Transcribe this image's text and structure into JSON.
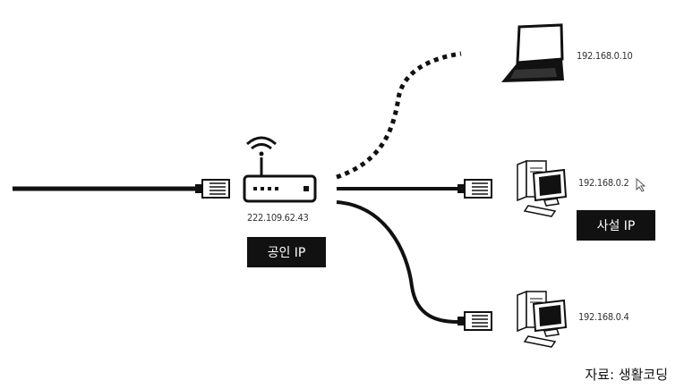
{
  "router": {
    "ip": "222.109.62.43",
    "tag": "공인 IP"
  },
  "devices": {
    "laptop": {
      "ip": "192.168.0.10"
    },
    "pc1": {
      "ip": "192.168.0.2",
      "tag": "사설 IP"
    },
    "pc2": {
      "ip": "192.168.0.4"
    }
  },
  "caption": "자료: 생활코딩"
}
